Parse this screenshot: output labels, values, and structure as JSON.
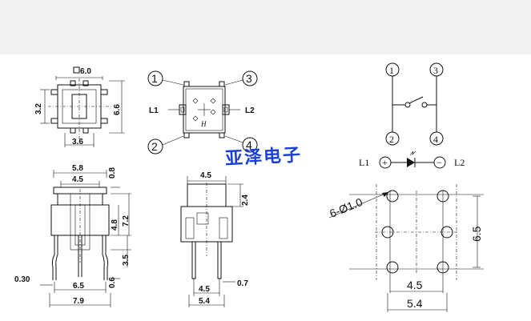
{
  "top_view": {
    "square_label": "6.0",
    "height_label": "3.2",
    "depth_label": "6.6",
    "width_label": "3.6"
  },
  "pin_view": {
    "pin1": "1",
    "pin2": "2",
    "pin3": "3",
    "pin4": "4",
    "l1": "L1",
    "l2": "L2",
    "mark": "H"
  },
  "brand_text": "亚泽电子",
  "schematic": {
    "pin1": "1",
    "pin2": "2",
    "pin3": "3",
    "pin4": "4",
    "l1": "L1",
    "l2": "L2",
    "plus": "+",
    "minus": "−"
  },
  "front_view": {
    "top_width": "5.8",
    "inner_width": "4.5",
    "top_height": "0.8",
    "height_72": "7.2",
    "height_48": "4.8",
    "pin_35": "3.5",
    "pin_06": "0.6",
    "thickness": "0.30",
    "pitch_65": "6.5",
    "overall_79": "7.9"
  },
  "side_view": {
    "width_45": "4.5",
    "height_24": "2.4",
    "pitch_45": "4.5",
    "pin_07": "0.7",
    "overall_54": "5.4"
  },
  "footprint": {
    "hole_label": "6-Ø1.0",
    "height_65": "6.5",
    "pitch_45": "4.5",
    "overall_54": "5.4"
  }
}
